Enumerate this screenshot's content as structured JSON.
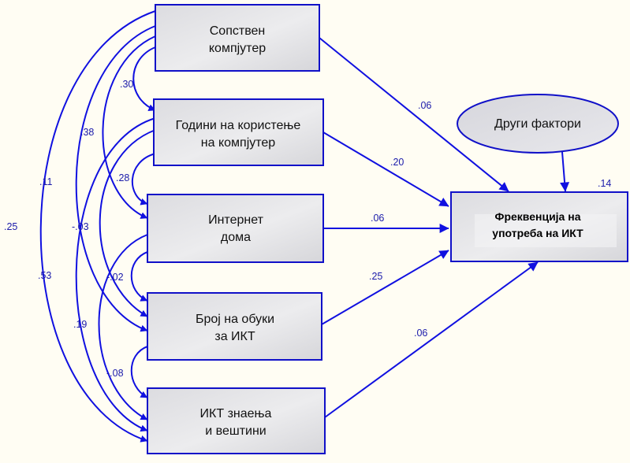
{
  "predictors": [
    {
      "line1": "Сопствен",
      "line2": "компјутер"
    },
    {
      "line1": "Години на користење",
      "line2": "на компјутер"
    },
    {
      "line1": "Интернет",
      "line2": "дома"
    },
    {
      "line1": "Број на обуки",
      "line2": "за ИКТ"
    },
    {
      "line1": "ИКТ знаења",
      "line2": "и вештини"
    }
  ],
  "outcome": {
    "line1": "Фреквенција на",
    "line2": "употреба на ИКТ",
    "r2": ".14"
  },
  "other_factors": {
    "label": "Други фактори"
  },
  "path_coefficients": [
    ".06",
    ".20",
    ".06",
    ".25",
    ".06"
  ],
  "correlations": {
    "c12": ".30",
    "c13": ".38",
    "c14": ".11",
    "c15": ".25",
    "c23": ".28",
    "c24": "-.03",
    "c25": ".53",
    "c34": "-.02",
    "c35": ".19",
    "c45": "-.08"
  },
  "colors": {
    "line": "#1010e0",
    "box_border": "#1010c8",
    "box_fill": "#e4e4e8",
    "background": "#fffdf3"
  }
}
